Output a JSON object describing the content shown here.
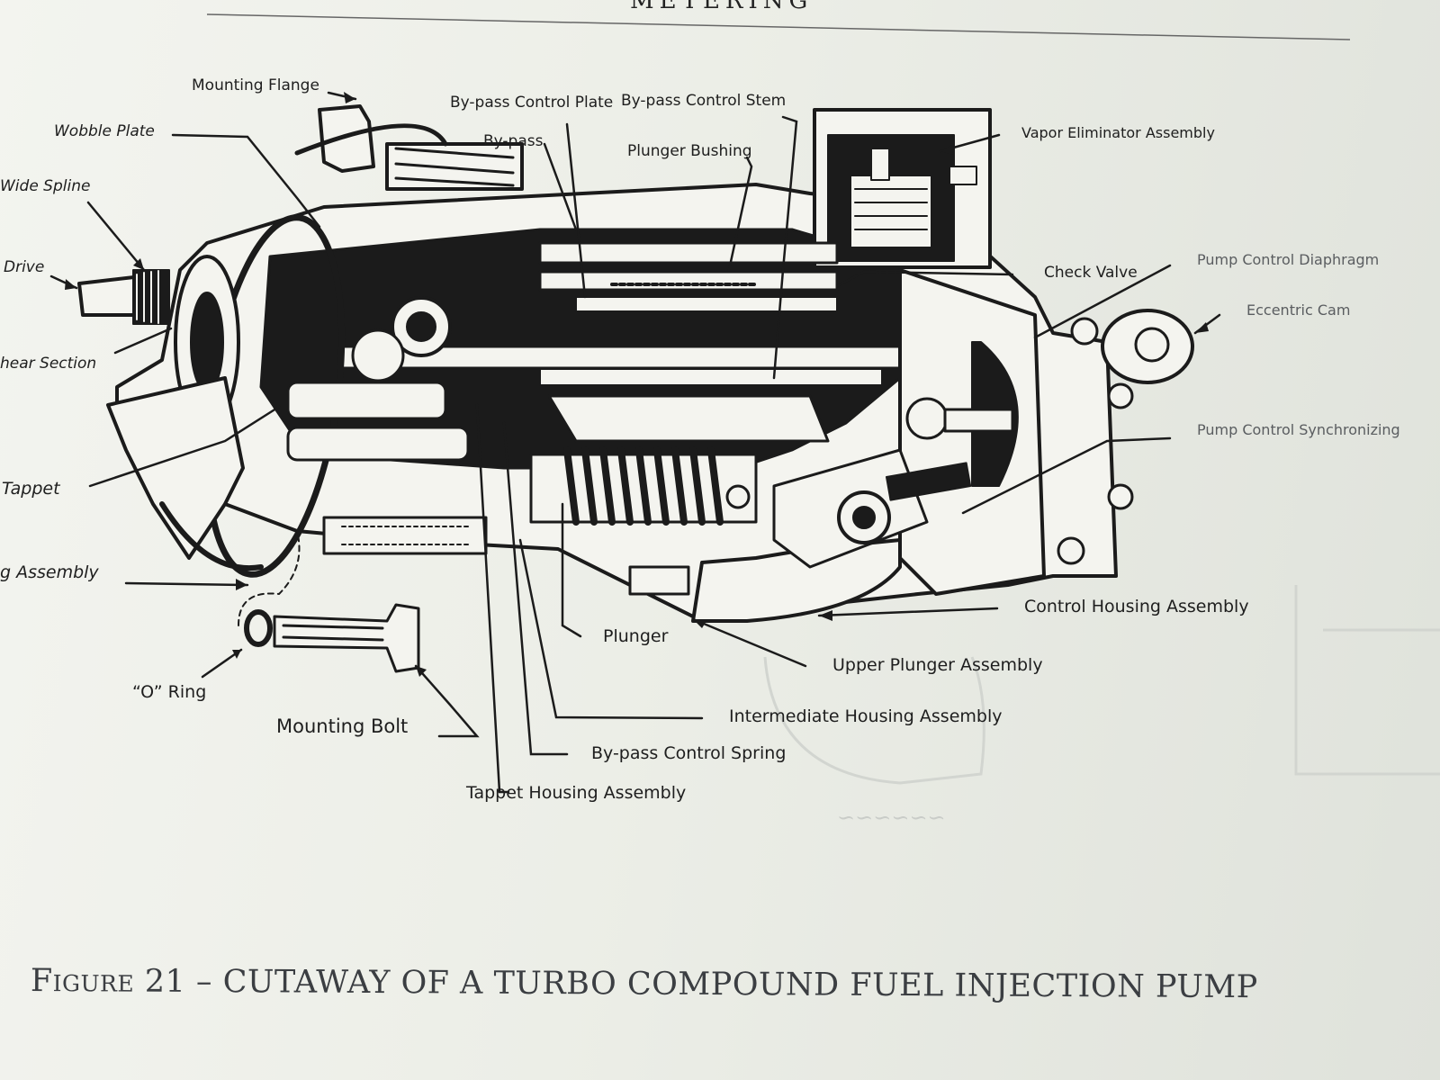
{
  "header": {
    "text": "METERING"
  },
  "figure": {
    "number_word": "Figure",
    "number": "21 –",
    "title": "CUTAWAY OF A TURBO COMPOUND FUEL INJECTION PUMP"
  },
  "labels": {
    "mounting_flange": "Mounting Flange",
    "wobble_plate": "Wobble Plate",
    "wide_spline": "Wide Spline",
    "drive": "Drive",
    "shear_section": "hear Section",
    "tappet": "Tappet",
    "spring_assembly": "g Assembly",
    "o_ring": "“O” Ring",
    "mounting_bolt": "Mounting Bolt",
    "bypass_control_plate": "By-pass Control Plate",
    "bypass": "By-pass",
    "bypass_control_stem": "By-pass Control Stem",
    "plunger_bushing": "Plunger Bushing",
    "vapor_eliminator": "Vapor Eliminator Assembly",
    "check_valve": "Check Valve",
    "pump_control_diaphragm": "Pump Control Diaphragm",
    "eccentric_cam": "Eccentric Cam",
    "pump_control_synchronizing": "Pump Control Synchronizing",
    "control_housing": "Control Housing Assembly",
    "upper_plunger": "Upper Plunger Assembly",
    "plunger": "Plunger",
    "intermediate_housing": "Intermediate Housing Assembly",
    "bypass_control_spring": "By-pass Control Spring",
    "tappet_housing": "Tappet Housing Assembly"
  },
  "colors": {
    "ink": "#1b1b1b",
    "paper": "#eef0ea",
    "caption": "#3b3e42"
  }
}
